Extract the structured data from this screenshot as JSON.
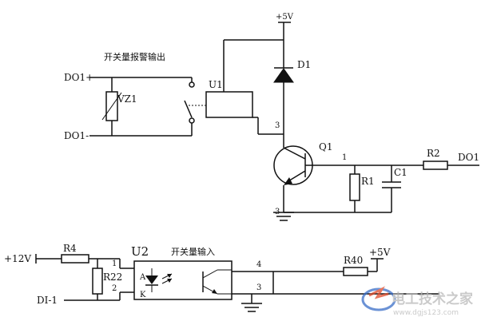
{
  "labels": {
    "plus5v_top": "+5V",
    "alarm_output_title": "开关量报警输出",
    "do1_plus": "DO1+",
    "do1_minus": "DO1-",
    "vz1": "VZ1",
    "u1": "U1",
    "d1": "D1",
    "q1": "Q1",
    "node1": "1",
    "r1": "R1",
    "c1": "C1",
    "r2": "R2",
    "do1": "DO1",
    "plus12v": "+12V",
    "r4": "R4",
    "r22": "R22",
    "pin1": "1",
    "pin2": "2",
    "di1": "DI-1",
    "u2": "U2",
    "input_title": "开关量输入",
    "pin4": "4",
    "pin3": "3",
    "r40": "R40",
    "plus5v_bottom": "+5V",
    "anode": "A",
    "cathode": "K"
  },
  "watermark": {
    "brand": "电工技术之家",
    "url": "www.dgjs123.com",
    "colors": {
      "logo_red": "#e04a2a",
      "logo_blue": "#3a6ec8"
    }
  }
}
